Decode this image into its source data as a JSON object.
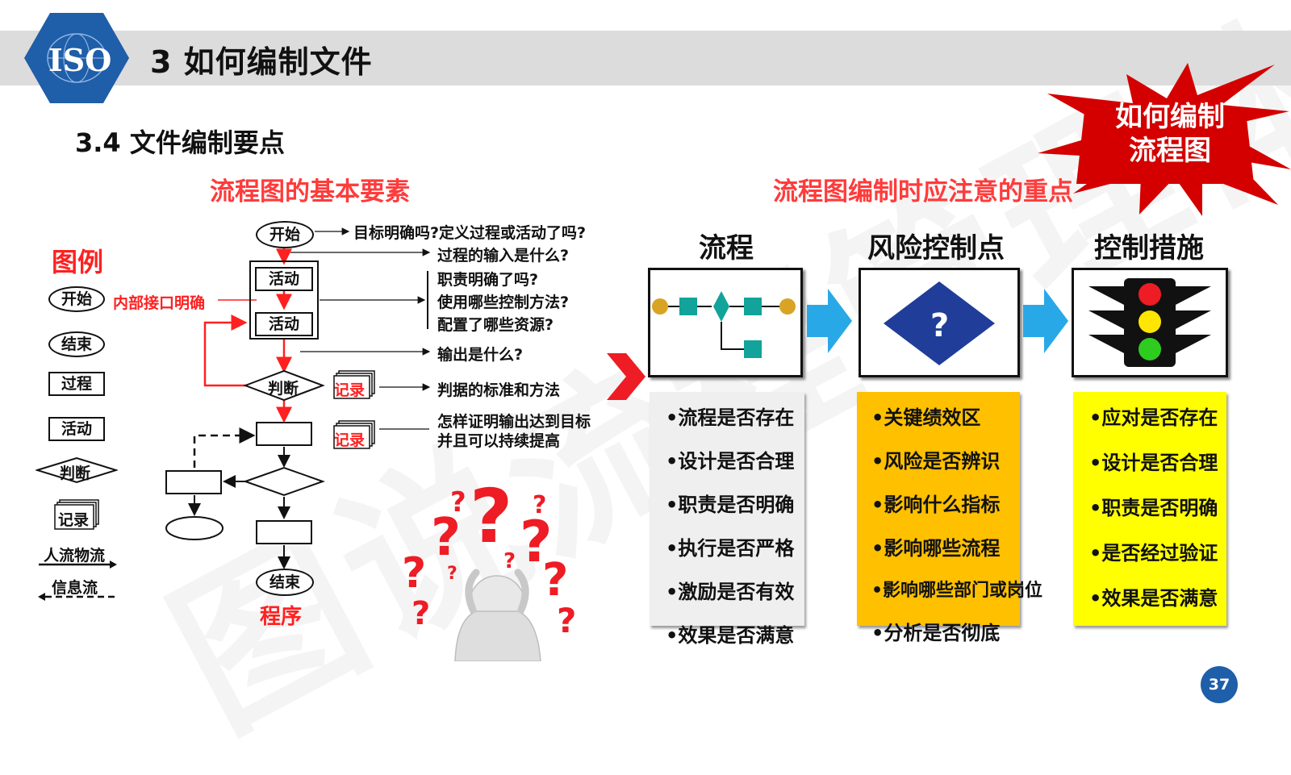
{
  "header": {
    "logo_text": "ISO",
    "title": "3 如何编制文件",
    "subtitle": "3.4 文件编制要点"
  },
  "starburst": {
    "line1": "如何编制",
    "line2": "流程图"
  },
  "left_heading": "流程图的基本要素",
  "right_heading": "流程图编制时应注意的重点",
  "legend": {
    "title": "图例",
    "start": "开始",
    "end": "结束",
    "process": "过程",
    "activity": "活动",
    "decision": "判断",
    "record": "记录",
    "people_flow": "人流物流",
    "info_flow": "信息流",
    "interface_note": "内部接口明确"
  },
  "flowchart": {
    "start": "开始",
    "activity1": "活动",
    "activity2": "活动",
    "decision": "判断",
    "record1": "记录",
    "record2": "记录",
    "end": "结束",
    "caption": "程序"
  },
  "questions": {
    "q1": "目标明确吗?定义过程或活动了吗?",
    "q2": "过程的输入是什么?",
    "q3": "职责明确了吗?",
    "q4": "使用哪些控制方法?",
    "q5": "配置了哪些资源?",
    "q6": "输出是什么?",
    "q7": "判据的标准和方法",
    "q8a": "怎样证明输出达到目标",
    "q8b": "并且可以持续提高"
  },
  "columns": [
    {
      "title": "流程",
      "icon": "process-flow-icon",
      "bg": "#efefef",
      "items": [
        "•流程是否存在",
        "•设计是否合理",
        "•职责是否明确",
        "•执行是否严格",
        "•激励是否有效",
        "•效果是否满意"
      ]
    },
    {
      "title": "风险控制点",
      "icon": "question-diamond-icon",
      "bg": "#ffc000",
      "items": [
        "•关键绩效区",
        "•风险是否辨识",
        "•影响什么指标",
        "•影响哪些流程",
        "•影响哪些部门或岗位",
        "•分析是否彻底"
      ]
    },
    {
      "title": "控制措施",
      "icon": "traffic-light-icon",
      "bg": "#ffff00",
      "items": [
        "•应对是否存在",
        "•设计是否合理",
        "•职责是否明确",
        "•是否经过验证",
        "•效果是否满意"
      ]
    }
  ],
  "colors": {
    "accent_red": "#ff2020",
    "arrow_blue": "#29a8e8",
    "iso_blue": "#1f5ea8",
    "diamond_blue": "#1f3d99",
    "teal": "#12a39a"
  },
  "page_number": "37"
}
